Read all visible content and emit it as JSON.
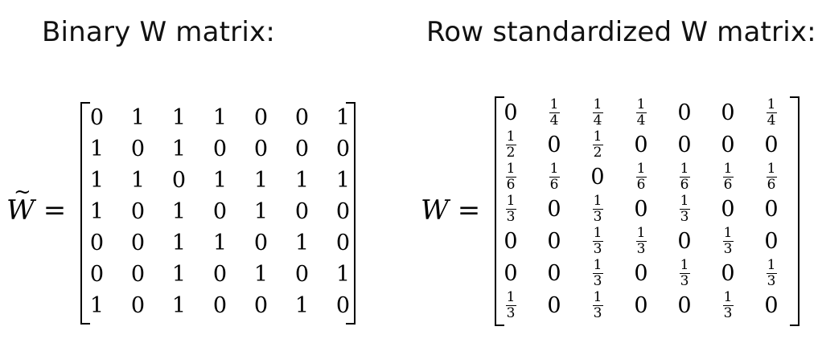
{
  "left": {
    "heading": "Binary W matrix:",
    "lhs": {
      "symbol": "W",
      "accent": "~",
      "equals": "="
    },
    "matrix": [
      [
        "0",
        "1",
        "1",
        "1",
        "0",
        "0",
        "1"
      ],
      [
        "1",
        "0",
        "1",
        "0",
        "0",
        "0",
        "0"
      ],
      [
        "1",
        "1",
        "0",
        "1",
        "1",
        "1",
        "1"
      ],
      [
        "1",
        "0",
        "1",
        "0",
        "1",
        "0",
        "0"
      ],
      [
        "0",
        "0",
        "1",
        "1",
        "0",
        "1",
        "0"
      ],
      [
        "0",
        "0",
        "1",
        "0",
        "1",
        "0",
        "1"
      ],
      [
        "1",
        "0",
        "1",
        "0",
        "0",
        "1",
        "0"
      ]
    ]
  },
  "right": {
    "heading": "Row standardized W matrix:",
    "lhs": {
      "symbol": "W",
      "equals": "="
    },
    "matrix": [
      [
        "0",
        "1/4",
        "1/4",
        "1/4",
        "0",
        "0",
        "1/4"
      ],
      [
        "1/2",
        "0",
        "1/2",
        "0",
        "0",
        "0",
        "0"
      ],
      [
        "1/6",
        "1/6",
        "0",
        "1/6",
        "1/6",
        "1/6",
        "1/6"
      ],
      [
        "1/3",
        "0",
        "1/3",
        "0",
        "1/3",
        "0",
        "0"
      ],
      [
        "0",
        "0",
        "1/3",
        "1/3",
        "0",
        "1/3",
        "0"
      ],
      [
        "0",
        "0",
        "1/3",
        "0",
        "1/3",
        "0",
        "1/3"
      ],
      [
        "1/3",
        "0",
        "1/3",
        "0",
        "0",
        "1/3",
        "0"
      ]
    ]
  }
}
